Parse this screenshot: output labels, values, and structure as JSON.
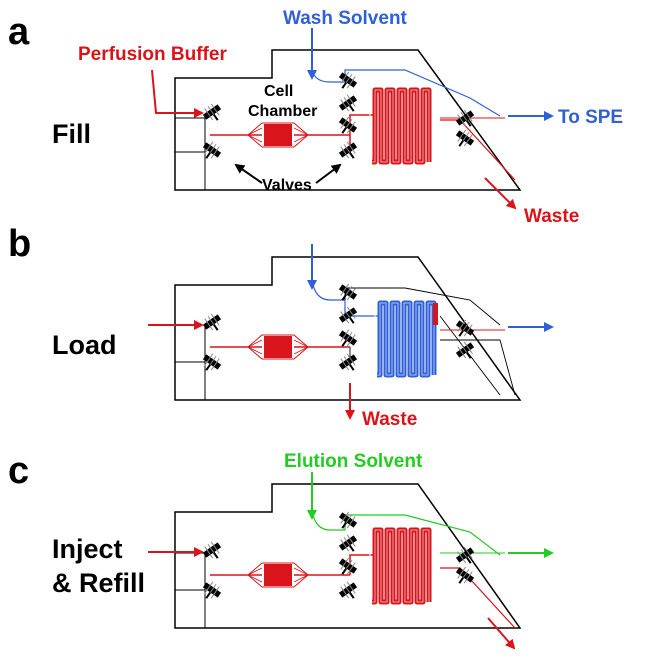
{
  "colors": {
    "red": "#d9141b",
    "blue": "#3060d8",
    "green": "#22cc22",
    "black": "#000000",
    "valve_gray": "#888888"
  },
  "panels": [
    {
      "letter": "a",
      "mode": "Fill",
      "mode_line2": "",
      "coil_color": "red",
      "labels": {
        "perfusion_buffer": "Perfusion Buffer",
        "wash_solvent": "Wash Solvent",
        "cell_chamber_line1": "Cell",
        "cell_chamber_line2": "Chamber",
        "valves": "Valves",
        "to_spe": "To SPE",
        "waste": "Waste"
      }
    },
    {
      "letter": "b",
      "mode": "Load",
      "mode_line2": "",
      "coil_color": "blue",
      "labels": {
        "waste": "Waste"
      }
    },
    {
      "letter": "c",
      "mode": "Inject",
      "mode_line2": "& Refill",
      "coil_color": "red",
      "labels": {
        "elution_solvent": "Elution Solvent"
      }
    }
  ]
}
